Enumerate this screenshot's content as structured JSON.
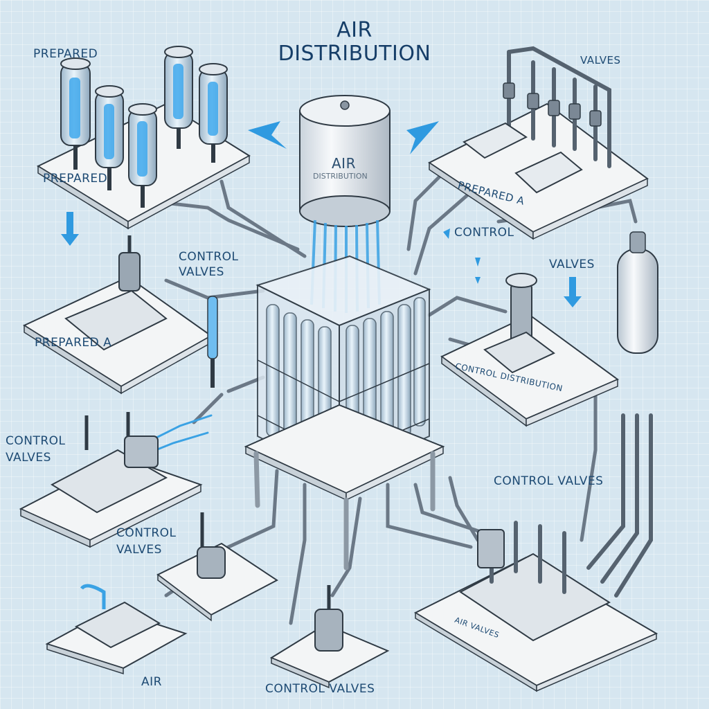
{
  "title": {
    "line1": "AIR",
    "line2": "DISTRIBUTION"
  },
  "tank": {
    "label": "AIR",
    "sublabel": "DISTRIBUTION"
  },
  "labels": {
    "prepared_top": "PREPARED",
    "prepared_mid": "PREPARED",
    "prepared_a": "PREPARED A",
    "valves_top": "VALVES",
    "prepared_a_right": "PREPARED A",
    "control_right": "CONTROL",
    "valves_right": "VALVES",
    "control_valves_mid": "CONTROL\nVALVES",
    "control_valves_left": "CONTROL\nVALVES",
    "control_valves_lower": "CONTROL\nVALVES",
    "control_valves_right": "CONTROL VALVES",
    "control_distribution": "CONTROL DISTRIBUTION",
    "air_bottom": "AIR",
    "control_valves_bottom": "CONTROL VALVES",
    "bottom_right_plate": "AIR VALVES"
  },
  "colors": {
    "background": "#d6e6f0",
    "accent_blue": "#2f9ae0",
    "line": "#3d4a57",
    "platform": "#f3f5f6"
  }
}
